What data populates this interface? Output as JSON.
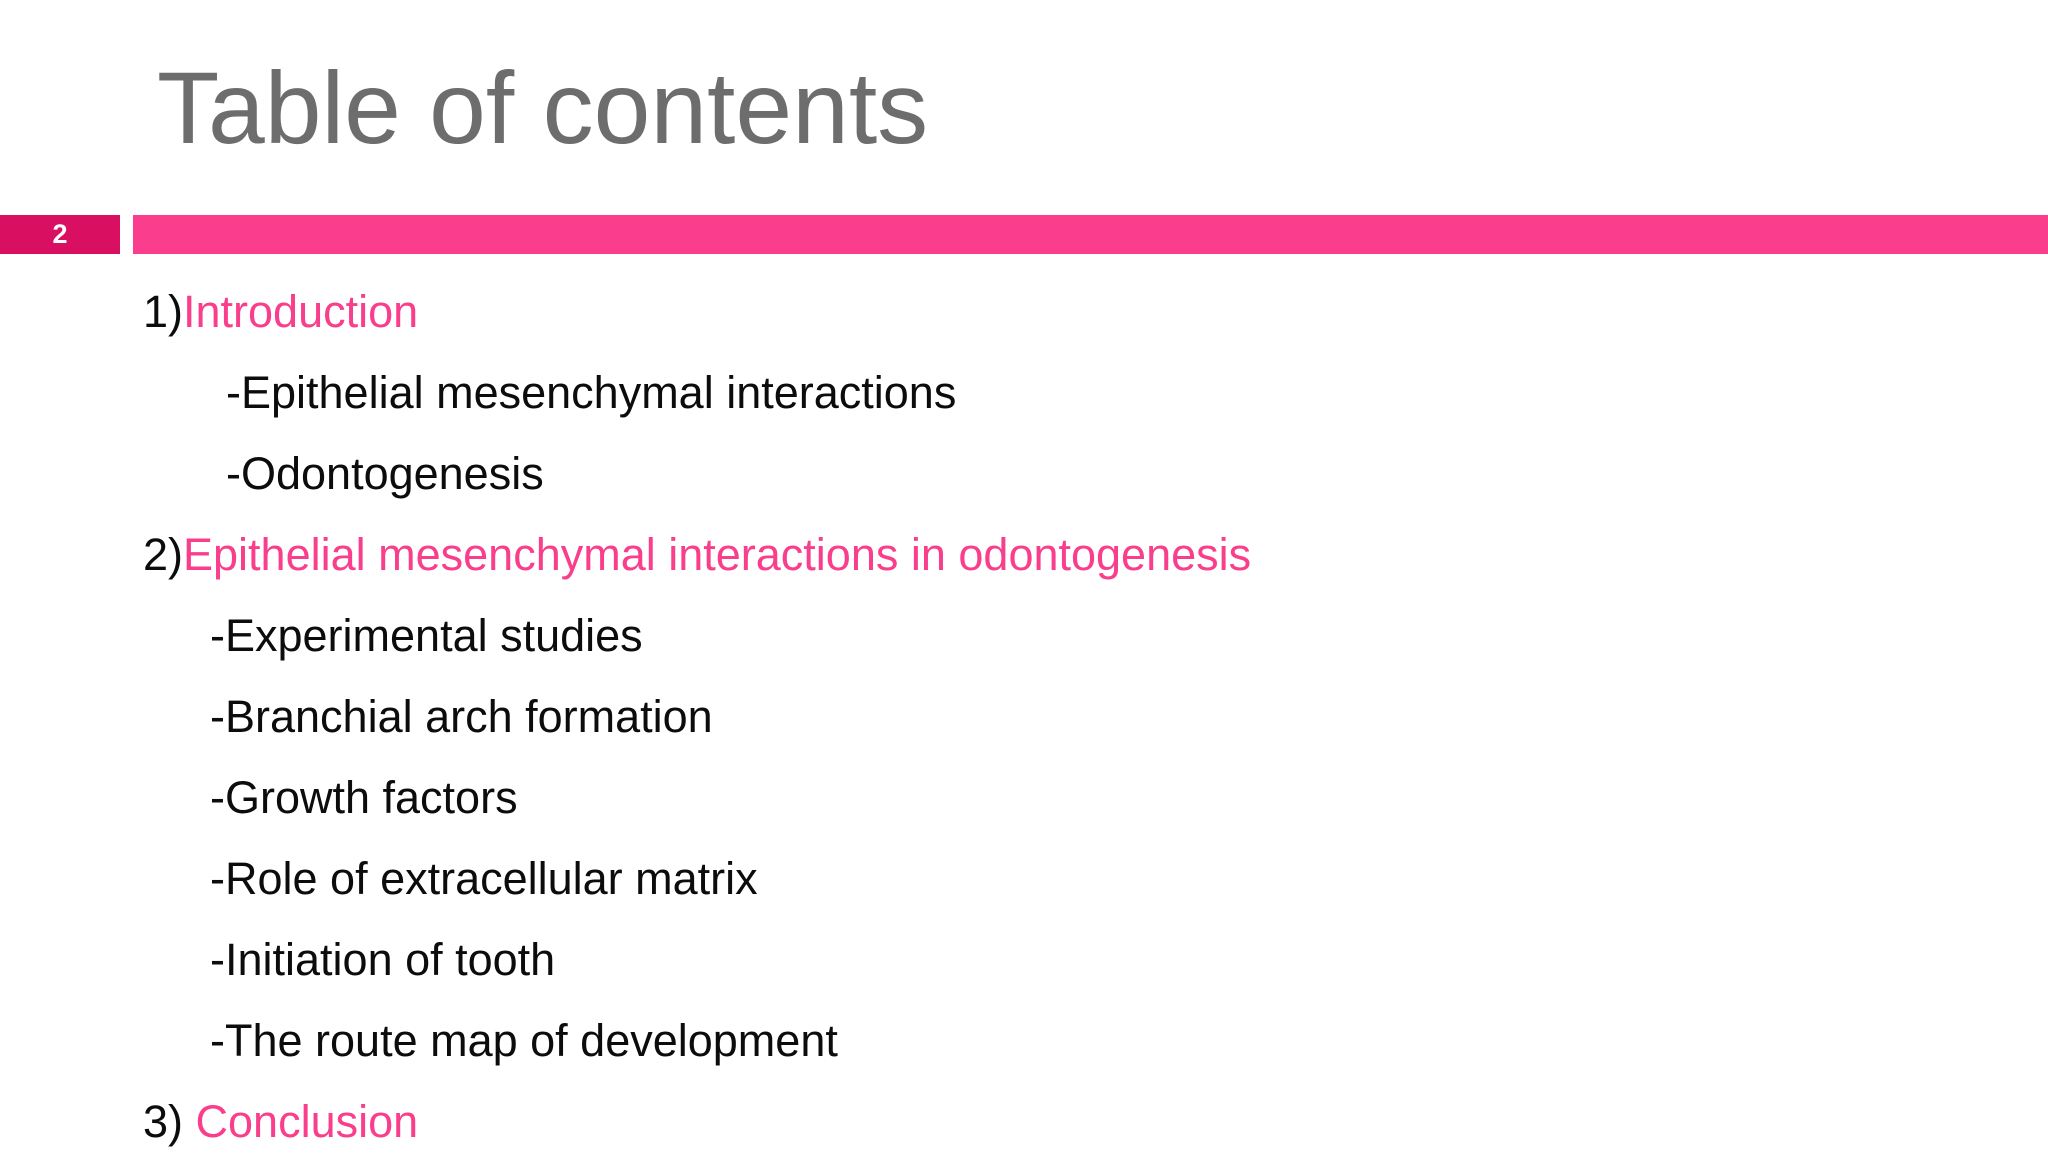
{
  "page": {
    "title": "Table of contents",
    "page_number": "2",
    "colors": {
      "title_gray": "#6d6d6d",
      "accent_bar_pink": "#fb3d8d",
      "page_number_box_pink": "#d90f62",
      "section_title_pink": "#f93e8c",
      "body_black": "#0c0c0c",
      "background": "#ffffff"
    }
  },
  "toc": {
    "lines": [
      {
        "prefix": "1)",
        "text": "Introduction"
      },
      {
        "text": "-Epithelial mesenchymal interactions"
      },
      {
        "text": "-Odontogenesis"
      },
      {
        "prefix": "2)",
        "text": "Epithelial mesenchymal interactions in odontogenesis"
      },
      {
        "text": "-Experimental studies"
      },
      {
        "text": "-Branchial arch formation"
      },
      {
        "text": "-Growth factors"
      },
      {
        "text": "-Role of extracellular matrix"
      },
      {
        "text": "-Initiation of tooth"
      },
      {
        "text": "-The route map of development"
      },
      {
        "prefix": "3) ",
        "text": "Conclusion"
      }
    ]
  }
}
